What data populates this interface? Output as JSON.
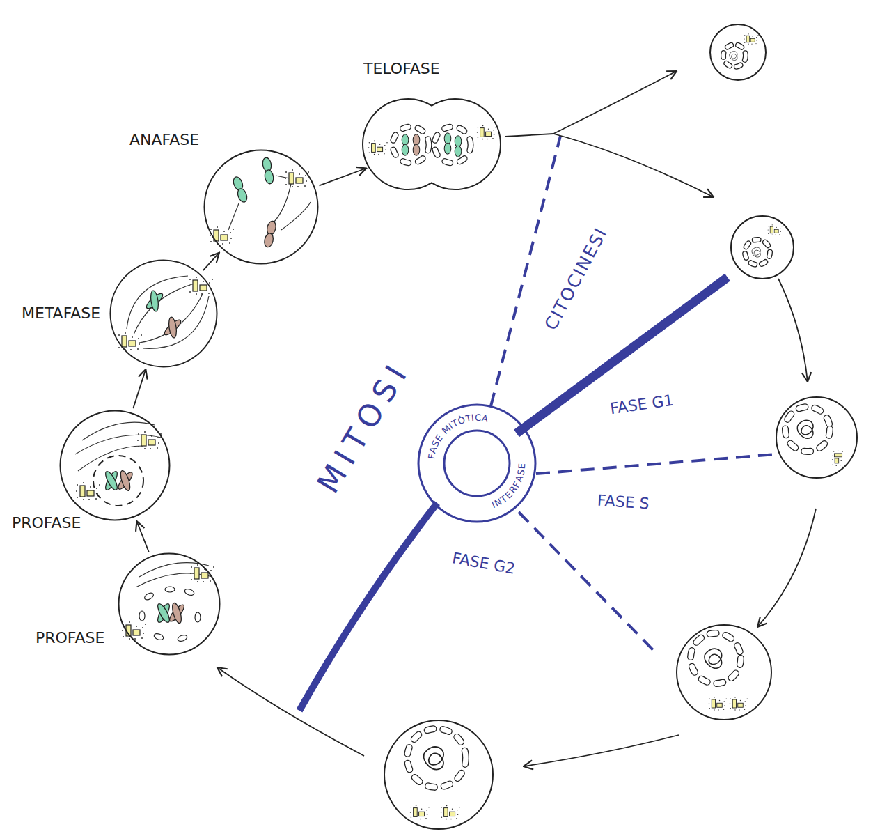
{
  "diagram": {
    "nodes": [
      {
        "text": [
          "PROFASE"
        ]
      },
      {
        "text": [
          "PROFASE"
        ]
      },
      {
        "text": [
          "METAFASE"
        ]
      },
      {
        "text": [
          "ANAFASE"
        ]
      },
      {
        "text": [
          "TELOFASE"
        ]
      }
    ],
    "edges": [
      {
        "from": 0,
        "to": 1,
        "arrow": "to"
      },
      {
        "from": 1,
        "to": 2,
        "arrow": "to"
      },
      {
        "from": 2,
        "to": 3,
        "arrow": "to"
      },
      {
        "from": 3,
        "to": 4,
        "arrow": "to"
      }
    ],
    "labels": [
      "MITOSI",
      "CITOCINESI",
      "FASE G1",
      "FASE S",
      "FASE G2",
      "FASE MITÒTICA",
      "INTERFASE"
    ]
  }
}
